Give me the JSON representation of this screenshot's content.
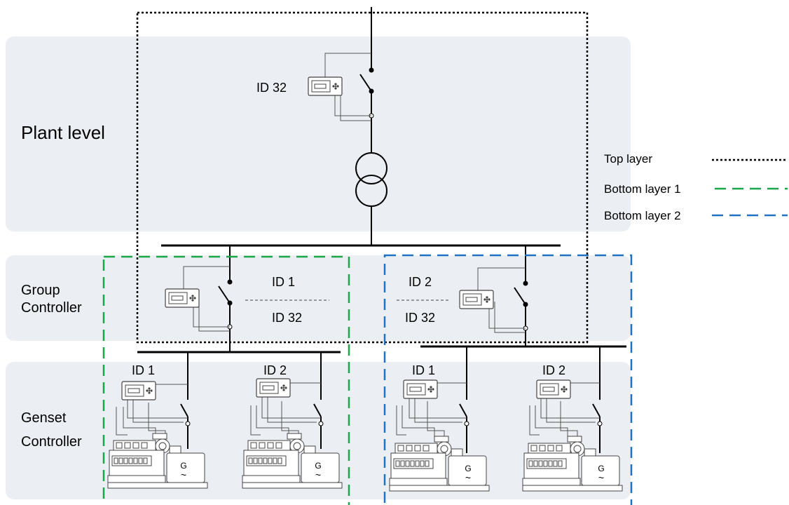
{
  "levels": {
    "plant": "Plant level",
    "group_line1": "Group",
    "group_line2": "Controller",
    "genset_line1": "Genset",
    "genset_line2": "Controller"
  },
  "legend": {
    "top_layer": "Top layer",
    "bottom_layer_1": "Bottom layer 1",
    "bottom_layer_2": "Bottom layer 2"
  },
  "plant_controller": {
    "id": "ID 32"
  },
  "group_controllers": [
    {
      "id_top": "ID 1",
      "id_bottom": "ID 32"
    },
    {
      "id_top": "ID 2",
      "id_bottom": "ID 32"
    }
  ],
  "genset_controllers": [
    {
      "id": "ID 1",
      "generator_label": "G",
      "generator_symbol": "~"
    },
    {
      "id": "ID 2",
      "generator_label": "G",
      "generator_symbol": "~"
    },
    {
      "id": "ID 1",
      "generator_label": "G",
      "generator_symbol": "~"
    },
    {
      "id": "ID 2",
      "generator_label": "G",
      "generator_symbol": "~"
    }
  ],
  "colors": {
    "band": "#ebeef3",
    "top_layer": "#000000",
    "bottom_layer_1": "#1aa64a",
    "bottom_layer_2": "#1f73c2"
  }
}
